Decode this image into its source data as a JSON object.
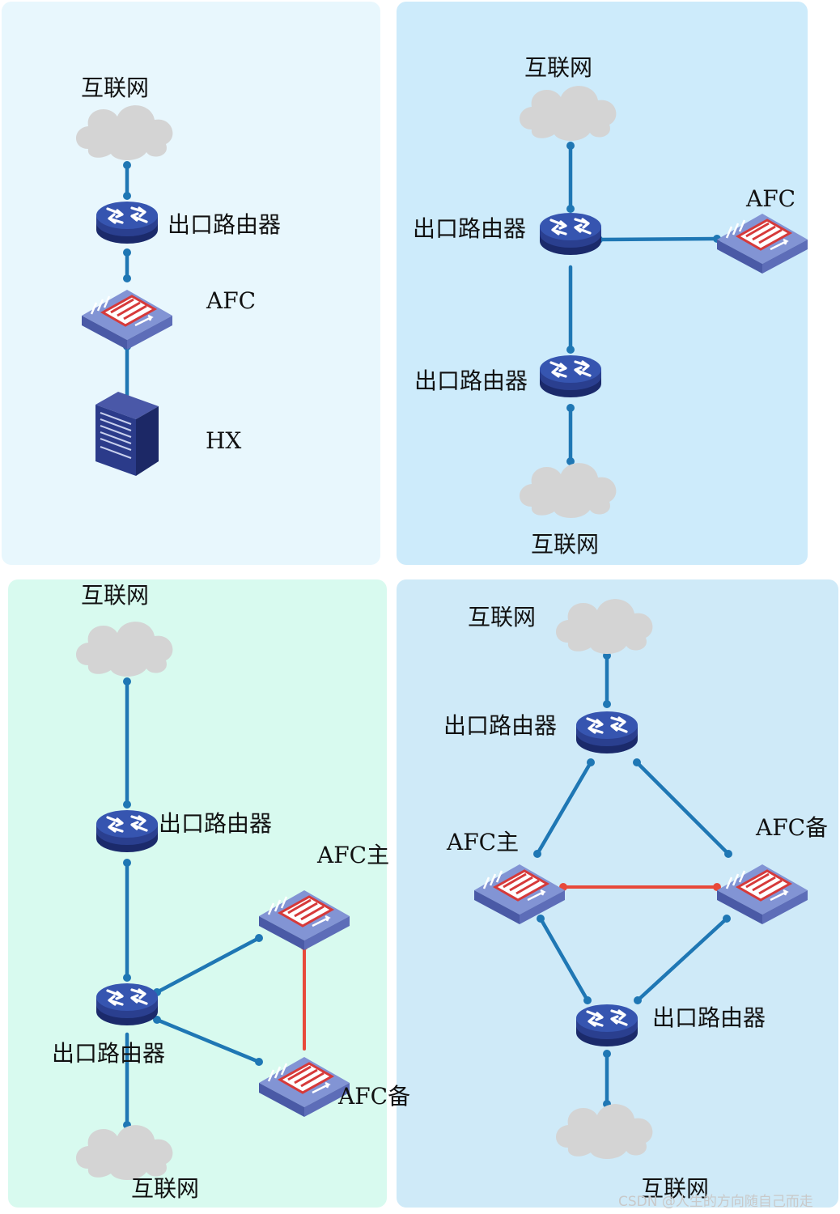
{
  "labels": {
    "internet": "互联网",
    "router": "出口路由器",
    "afc": "AFC",
    "afc_primary": "AFC主",
    "afc_backup": "AFC备",
    "hx": "HX"
  },
  "watermark": "CSDN @人生的方向随自己而走",
  "colors": {
    "panel1": "#e8f7fd",
    "panel2": "#cdebfb",
    "panel3": "#d8faef",
    "panel4": "#cfeaf8",
    "link": "#1f77b4",
    "heartbeat_link": "#e8493a",
    "cloud": "#d4d4d4",
    "router_body": "#2a3f8f",
    "afc_body": "#7f8fd0",
    "afc_panel": "#d63a3a"
  },
  "icons": {
    "internet": "cloud-icon",
    "router": "router-icon",
    "afc": "firewall-afc-icon",
    "hx": "server-hx-icon"
  }
}
